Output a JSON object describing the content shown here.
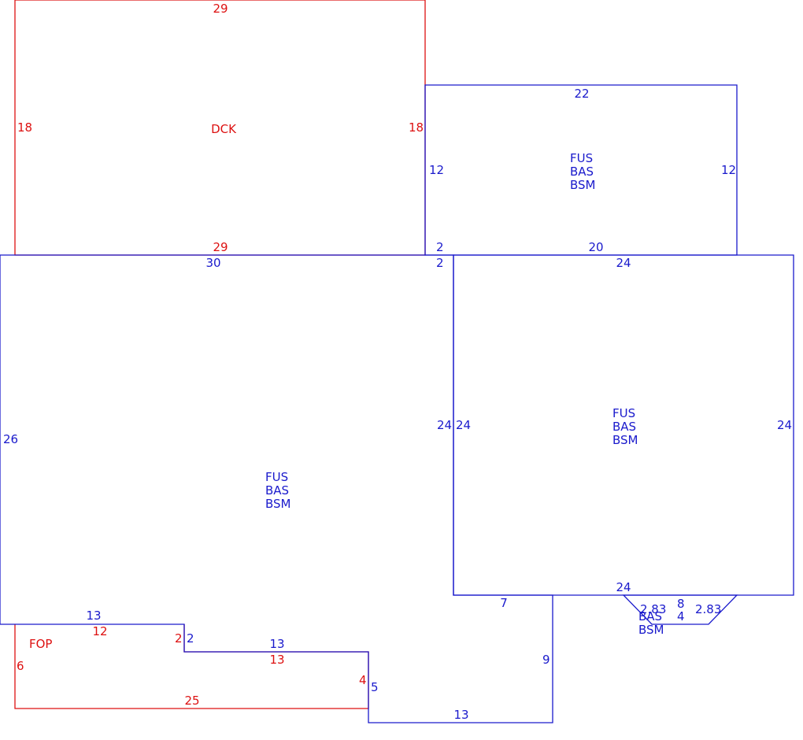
{
  "colors": {
    "deck_fop": "#dd1111",
    "living": "#1a1acc"
  },
  "areas": {
    "deck": {
      "label": "DCK",
      "dims": {
        "top": "29",
        "left": "18",
        "right": "18",
        "bottom": "29"
      }
    },
    "upper_right": {
      "codes": [
        "FUS",
        "BAS",
        "BSM"
      ],
      "dims": {
        "top": "22",
        "left": "12",
        "right": "12",
        "bottom": "20",
        "step": "2"
      }
    },
    "main_left": {
      "codes": [
        "FUS",
        "BAS",
        "BSM"
      ],
      "dims": {
        "top": "30",
        "left": "26",
        "right": "24",
        "step": "2",
        "ledge": "13",
        "notch": "2",
        "lower": "13",
        "side": "5",
        "bottom": "13",
        "inner": "9",
        "inner_top": "7"
      }
    },
    "right_block": {
      "codes": [
        "FUS",
        "BAS",
        "BSM"
      ],
      "dims": {
        "top": "24",
        "left": "24",
        "right": "24",
        "bottom": "24"
      }
    },
    "bay": {
      "codes": [
        "BAS",
        "BSM"
      ],
      "dims": {
        "diag_left": "2.83",
        "depth": "8",
        "width": "4",
        "diag_right": "2.83"
      }
    },
    "porch": {
      "label": "FOP",
      "dims": {
        "top": "12",
        "left": "6",
        "notch": "2",
        "lower": "13",
        "side": "4",
        "bottom": "25"
      }
    }
  }
}
